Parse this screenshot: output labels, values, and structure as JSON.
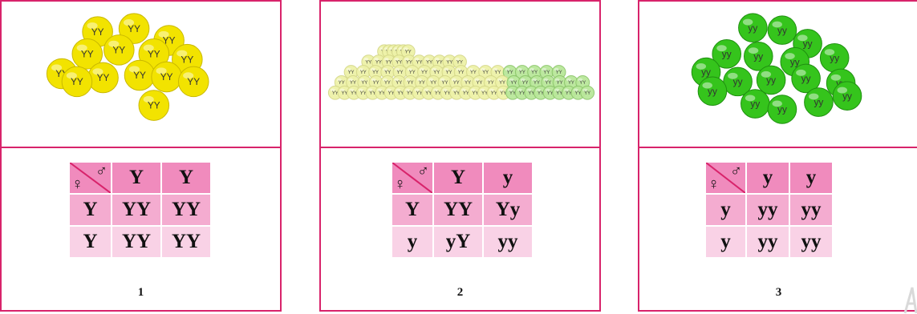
{
  "colors": {
    "border": "#d8236b",
    "header_row": "#f08bbd",
    "row_mid": "#f4acd0",
    "row_light": "#f9d2e6",
    "yellow_pea": "#f2e300",
    "green_pea": "#35c41c",
    "pale_pea": "#eef2a8"
  },
  "panels": [
    {
      "label": "1",
      "pea_text": "YY",
      "grid": {
        "female_symbol": "♀",
        "male_symbol": "♂",
        "cols": [
          "Y",
          "Y"
        ],
        "rows": [
          {
            "head": "Y",
            "cells": [
              "YY",
              "YY"
            ]
          },
          {
            "head": "Y",
            "cells": [
              "YY",
              "YY"
            ]
          }
        ]
      }
    },
    {
      "label": "2",
      "pea_text": "YY",
      "grid": {
        "female_symbol": "♀",
        "male_symbol": "♂",
        "cols": [
          "Y",
          "y"
        ],
        "rows": [
          {
            "head": "Y",
            "cells": [
              "YY",
              "Yy"
            ]
          },
          {
            "head": "y",
            "cells": [
              "yY",
              "yy"
            ]
          }
        ]
      }
    },
    {
      "label": "3",
      "pea_text": "yy",
      "grid": {
        "female_symbol": "♀",
        "male_symbol": "♂",
        "cols": [
          "y",
          "y"
        ],
        "rows": [
          {
            "head": "y",
            "cells": [
              "yy",
              "yy"
            ]
          },
          {
            "head": "y",
            "cells": [
              "yy",
              "yy"
            ]
          }
        ]
      }
    }
  ]
}
